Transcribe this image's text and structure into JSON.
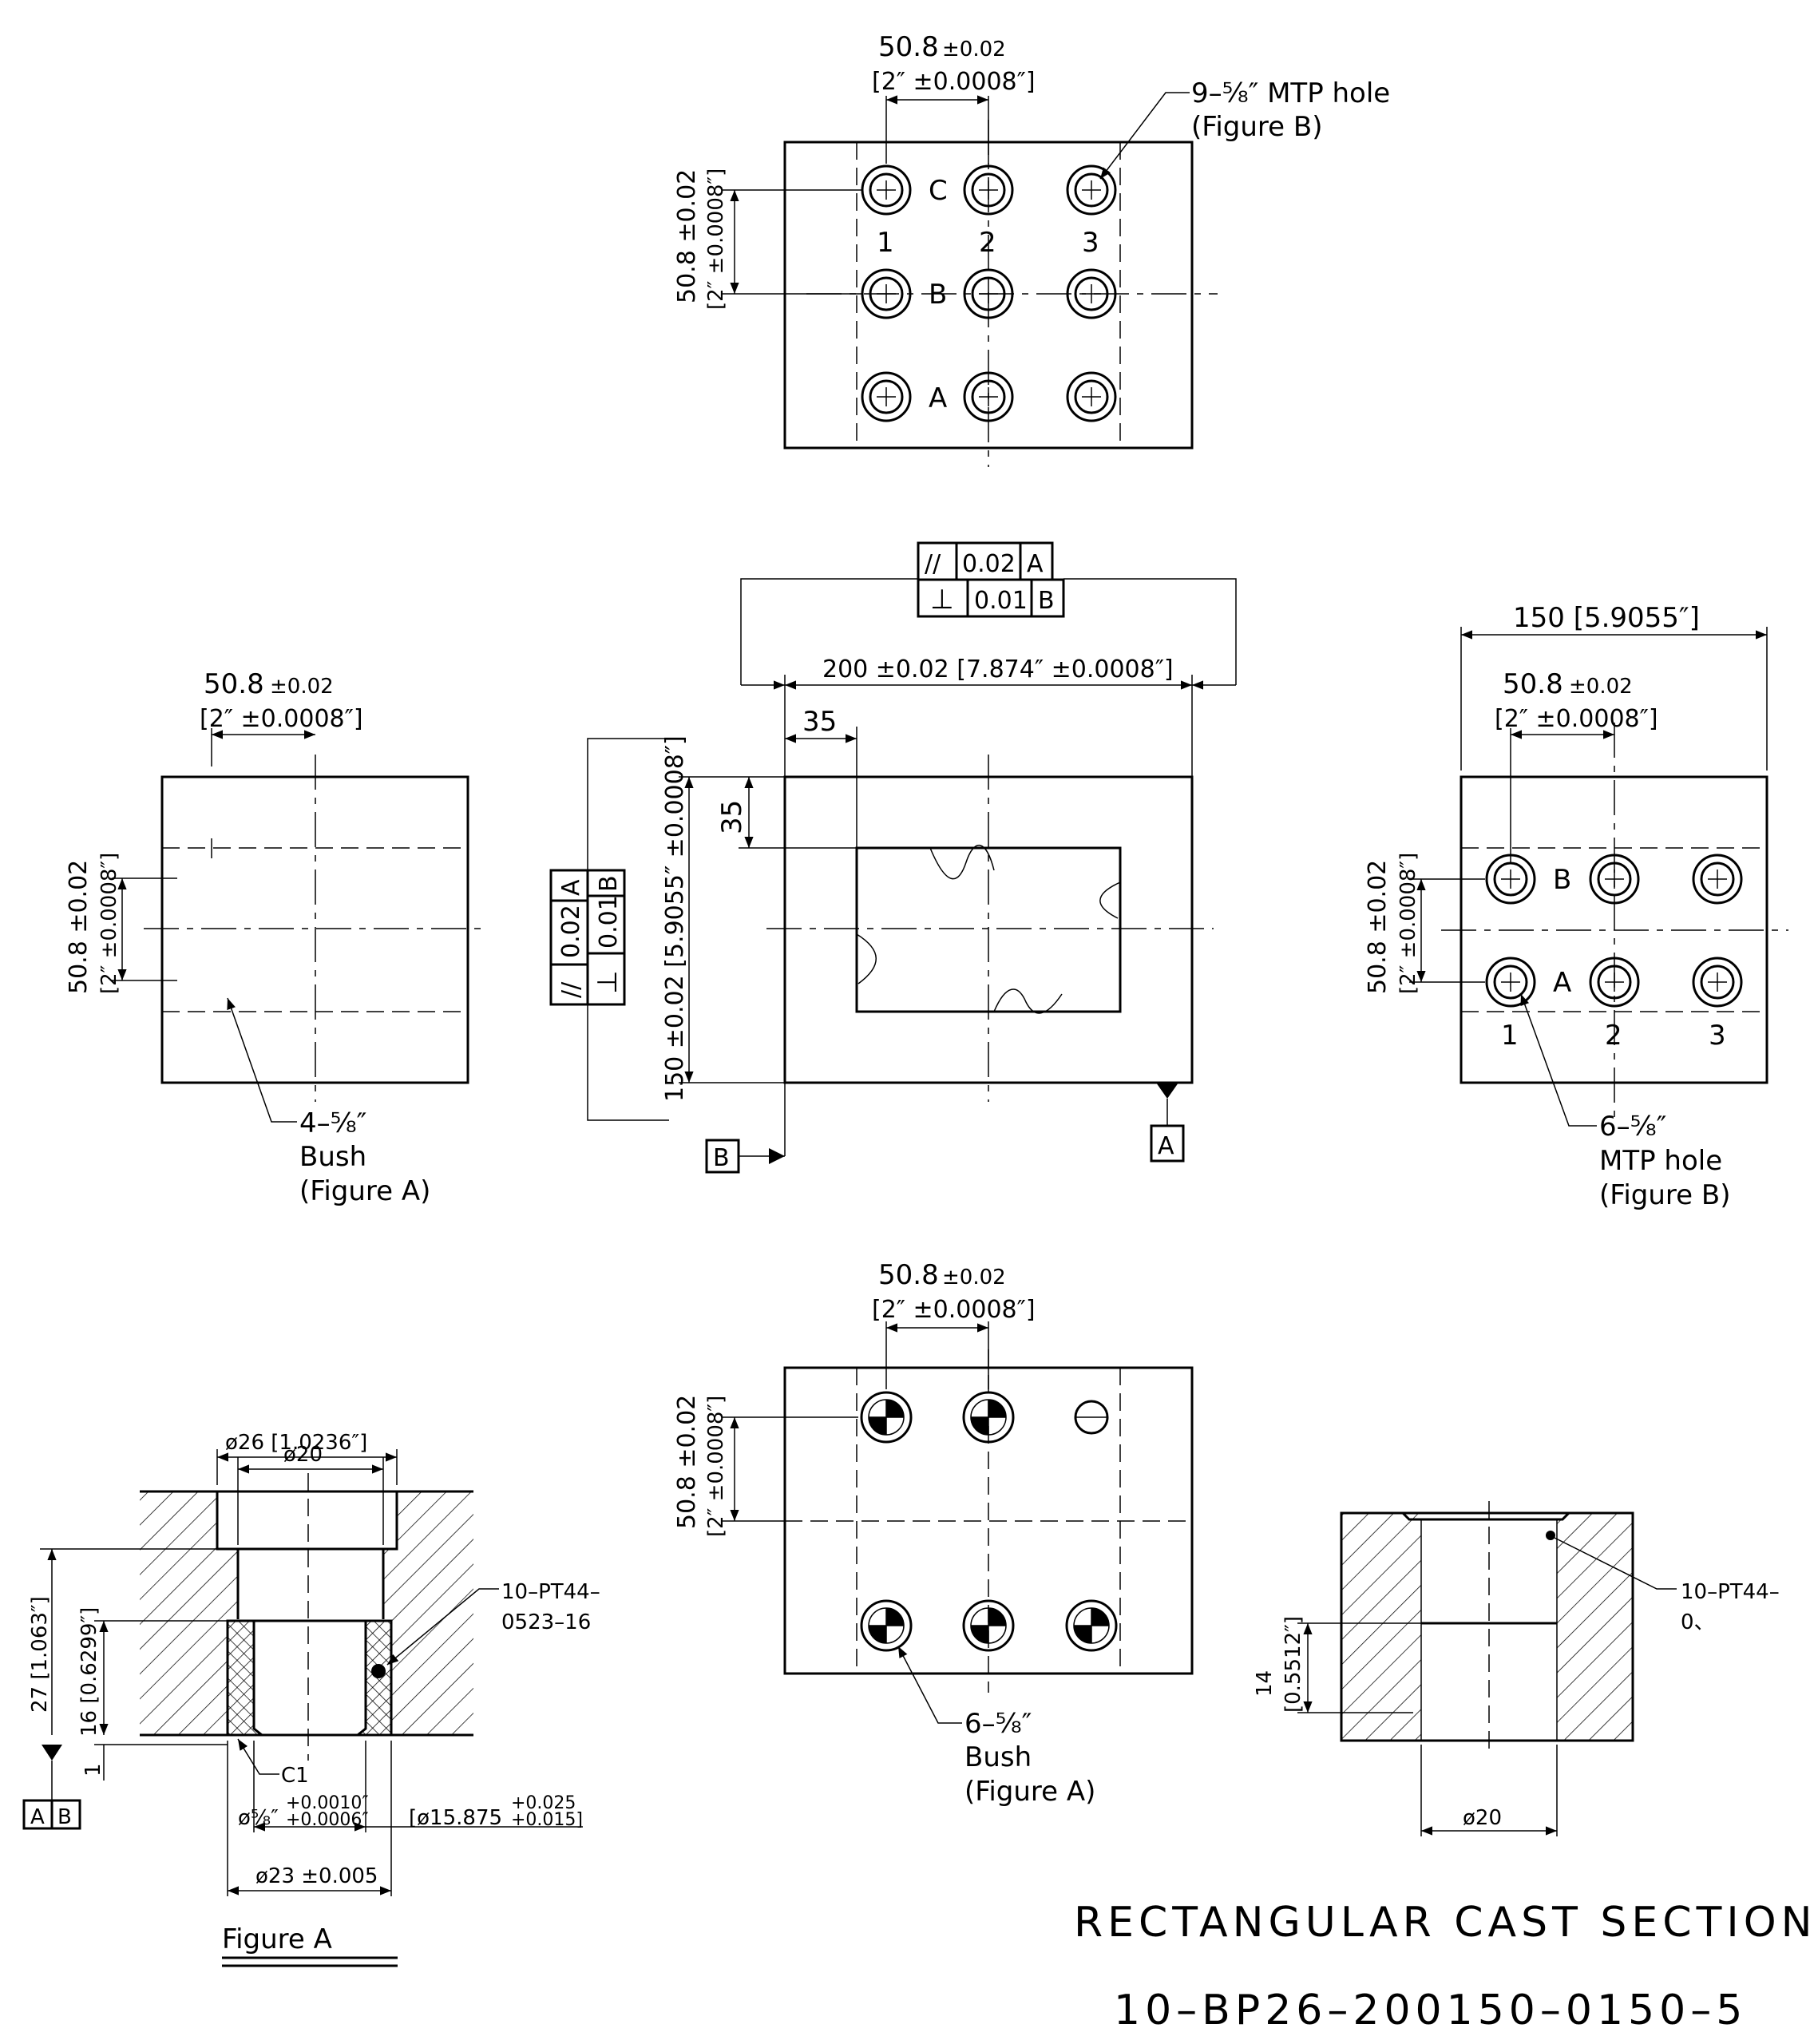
{
  "top_view": {
    "dim_h": "50.8",
    "dim_h_tol": "±0.02",
    "dim_h_in": "[2″ ±0.0008″]",
    "dim_v": "50.8 ±0.02",
    "dim_v_in": "[2″ ±0.0008″]",
    "callout_line1": "9–⅝″ MTP hole",
    "callout_line2": "(Figure B)",
    "row_labels": [
      "C",
      "B",
      "A"
    ],
    "col_labels": [
      "1",
      "2",
      "3"
    ]
  },
  "left_view": {
    "dim_h": "50.8",
    "dim_h_tol": "±0.02",
    "dim_h_in": "[2″ ±0.0008″]",
    "dim_v": "50.8 ±0.02",
    "dim_v_in": "[2″ ±0.0008″]",
    "callout_line1": "4–⅝″",
    "callout_line2": "Bush",
    "callout_line3": "(Figure A)"
  },
  "front_view": {
    "fcf_top_1": [
      "//",
      "0.02",
      "A"
    ],
    "fcf_top_2": [
      "⊥",
      "0.01",
      "B"
    ],
    "dim_width": "200 ±0.02  [7.874″ ±0.0008″]",
    "dim_35_h": "35",
    "dim_35_v": "35",
    "dim_height": "150 ±0.02  [5.9055″ ±0.0008″]",
    "fcf_left_1": [
      "//",
      "0.02",
      "A"
    ],
    "fcf_left_2": [
      "⊥",
      "0.01",
      "B"
    ],
    "datum_a": "A",
    "datum_b": "B"
  },
  "right_view": {
    "dim_overall": "150  [5.9055″]",
    "dim_h": "50.8",
    "dim_h_tol": "±0.02",
    "dim_h_in": "[2″ ±0.0008″]",
    "dim_v": "50.8 ±0.02",
    "dim_v_in": "[2″ ±0.0008″]",
    "row_labels": [
      "B",
      "A"
    ],
    "col_labels": [
      "1",
      "2",
      "3"
    ],
    "callout_line1": "6–⅝″",
    "callout_line2": "MTP hole",
    "callout_line3": "(Figure B)"
  },
  "figure_a": {
    "dim_d26": "ø26  [1.0236″]",
    "dim_d20": "ø20",
    "dim_27": "27  [1.063″]",
    "dim_16": "16  [0.6299″]",
    "dim_1": "1",
    "datum_ref": [
      "A",
      "B"
    ],
    "part_no_line1": "10–PT44–",
    "part_no_line2": "0523–16",
    "chamfer": "C1",
    "dim_bore": "ø⅝″",
    "dim_bore_tol_up": "+0.0010″",
    "dim_bore_tol_dn": "+0.0006″",
    "dim_bore_mm": "[ø15.875",
    "dim_bore_mm_up": "+0.025",
    "dim_bore_mm_dn": "+0.015]",
    "dim_d23": "ø23 ±0.005",
    "label": "Figure A"
  },
  "bottom_view": {
    "dim_h": "50.8",
    "dim_h_tol": "±0.02",
    "dim_h_in": "[2″ ±0.0008″]",
    "dim_v": "50.8 ±0.02",
    "dim_v_in": "[2″ ±0.0008″]",
    "callout_line1": "6–⅝″",
    "callout_line2": "Bush",
    "callout_line3": "(Figure A)"
  },
  "figure_b": {
    "part_no_line1": "10–PT44–",
    "part_no_line2": "0、",
    "dim_14": "14",
    "dim_14_in": "[0.5512″]",
    "dim_d20": "ø20"
  },
  "title_block": {
    "title": "RECTANGULAR CAST SECTION",
    "part_number": "10–BP26–200150–0150–5"
  }
}
